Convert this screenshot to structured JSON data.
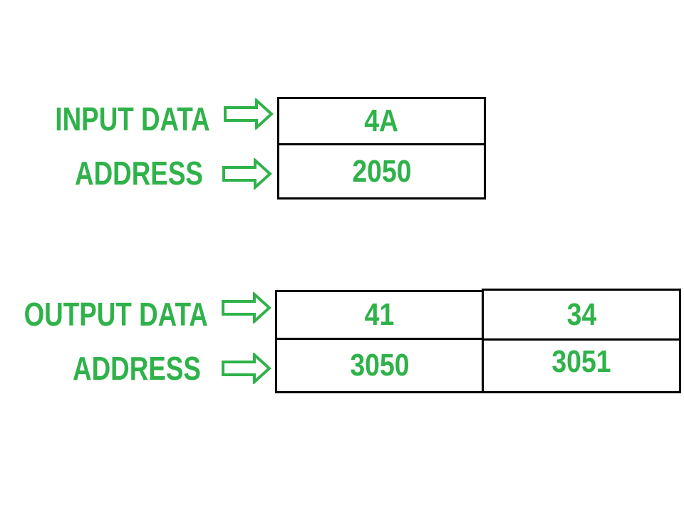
{
  "colors": {
    "label_green": "#2fb24a",
    "border": "#000000",
    "background": "#ffffff"
  },
  "input_block": {
    "data_label": "INPUT DATA",
    "address_label": "ADDRESS",
    "cells": [
      {
        "data": "4A",
        "address": "2050"
      }
    ]
  },
  "output_block": {
    "data_label": "OUTPUT DATA",
    "address_label": "ADDRESS",
    "cells": [
      {
        "data": "41",
        "address": "3050"
      },
      {
        "data": "34",
        "address": "3051"
      }
    ]
  },
  "icons": {
    "arrow": "right-hollow-arrow-icon"
  }
}
